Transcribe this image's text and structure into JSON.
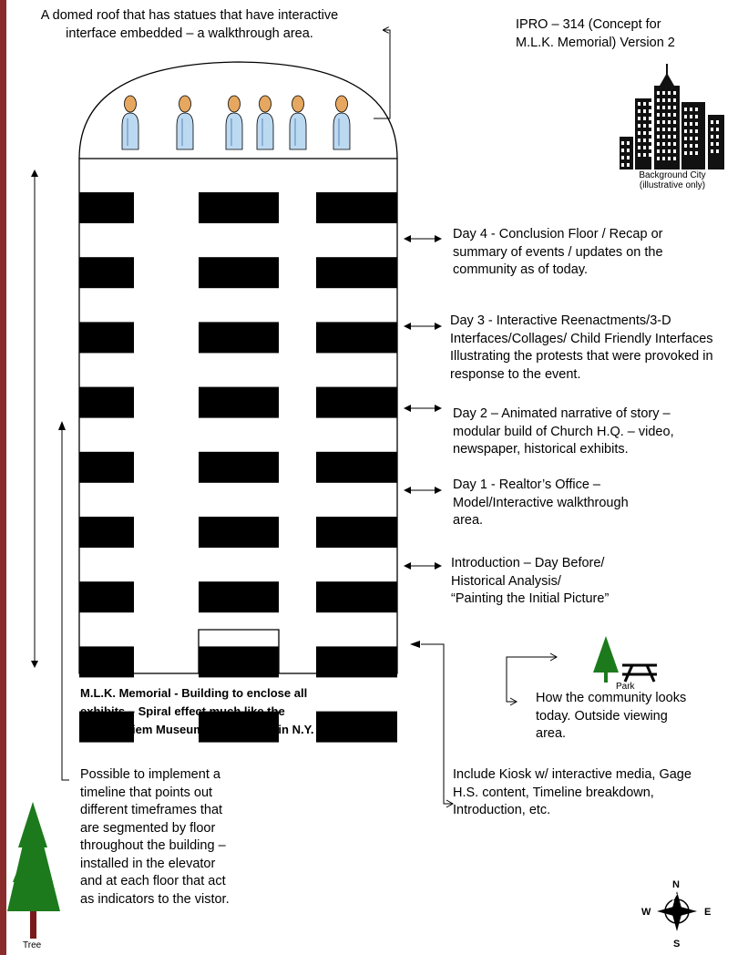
{
  "header": {
    "dome_note": [
      "A domed roof that has statues that have interactive",
      "interface embedded – a walkthrough area."
    ],
    "title": [
      "IPRO – 314 (Concept for",
      "M.L.K. Memorial) Version 2"
    ]
  },
  "city": {
    "caption": [
      "Background City",
      "(illustrative only)"
    ],
    "icon": "city-skyline-icon"
  },
  "floors": {
    "day4": [
      "Day 4 - Conclusion Floor / Recap or",
      "summary of events / updates on the",
      "community as of today."
    ],
    "day3": [
      "Day 3  - Interactive Reenactments/3-D",
      "Interfaces/Collages/ Child Friendly Interfaces",
      "Illustrating the protests that were provoked in",
      "response to the event."
    ],
    "day2": [
      "Day 2 – Animated narrative of story –",
      "modular build of Church H.Q. – video,",
      "newspaper, historical exhibits."
    ],
    "day1": [
      "Day 1 - Realtor’s Office –",
      "Model/Interactive walkthrough",
      "area."
    ],
    "intro": [
      "Introduction – Day Before/",
      "Historical Analysis/",
      "“Painting the Initial Picture”"
    ]
  },
  "building": {
    "caption": [
      "M.L.K. Memorial  -  Building to enclose all",
      "exhibits – Spiral effect much like the",
      "Guggenhiem Museum architecture in N.Y."
    ],
    "statue_count": 6,
    "window_rows": 9
  },
  "park": {
    "label": "Park",
    "description": [
      "How the community looks",
      "today.  Outside viewing",
      "area."
    ],
    "icons": [
      "tree-icon",
      "picnic-table-icon"
    ]
  },
  "timeline": {
    "description": [
      "Possible to implement a",
      "timeline that points out",
      "different timeframes that",
      "are segmented by floor",
      "throughout the building –",
      "installed in the elevator",
      "and at each floor that act",
      "as indicators to the vistor."
    ]
  },
  "kiosk": {
    "description": [
      "Include Kiosk w/ interactive media, Gage",
      "H.S. content, Timeline breakdown,",
      "Introduction, etc."
    ]
  },
  "tree": {
    "label": "Tree",
    "icon": "pine-tree-icon"
  },
  "compass": {
    "n": "N",
    "s": "S",
    "e": "E",
    "w": "W",
    "icon": "compass-rose-icon"
  },
  "colors": {
    "statue_blue": "#bcd9f2",
    "statue_head": "#e6a860",
    "tree_green": "#1c7a1c",
    "trunk": "#7a1a1a",
    "left_edge": "#8a2c2c"
  }
}
